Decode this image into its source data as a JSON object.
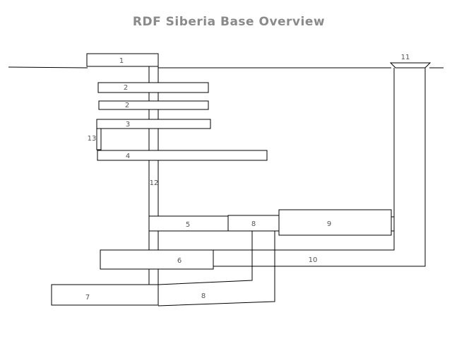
{
  "title": "RDF Siberia Base Overview",
  "labels": {
    "room_1": "1",
    "room_2a": "2",
    "room_2b": "2",
    "room_3": "3",
    "room_13": "13",
    "room_4": "4",
    "shaft_12": "12",
    "room_5": "5",
    "room_8_top": "8",
    "room_9": "9",
    "room_6": "6",
    "tunnel_10": "10",
    "room_7": "7",
    "tunnel_8_bottom": "8",
    "entrance_11": "11"
  },
  "colors": {
    "title": "#8a8a8a",
    "lines": "#000000",
    "labels": "#555555"
  }
}
